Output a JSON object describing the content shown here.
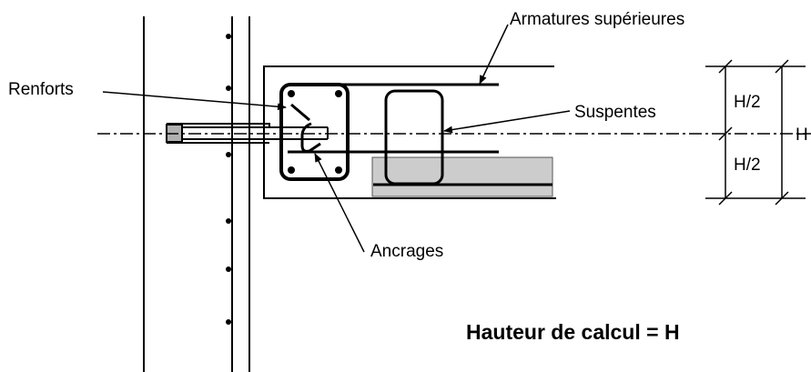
{
  "labels": {
    "armatures": "Armatures supérieures",
    "renforts": "Renforts",
    "suspentes": "Suspentes",
    "ancrages": "Ancrages",
    "half_top": "H/2",
    "half_bottom": "H/2",
    "total": "H",
    "caption": "Hauteur de calcul = H"
  },
  "colors": {
    "ink": "#000000",
    "hatch_fill": "#cccccc",
    "insert_fill": "#b0b0b0",
    "background": "#ffffff"
  }
}
